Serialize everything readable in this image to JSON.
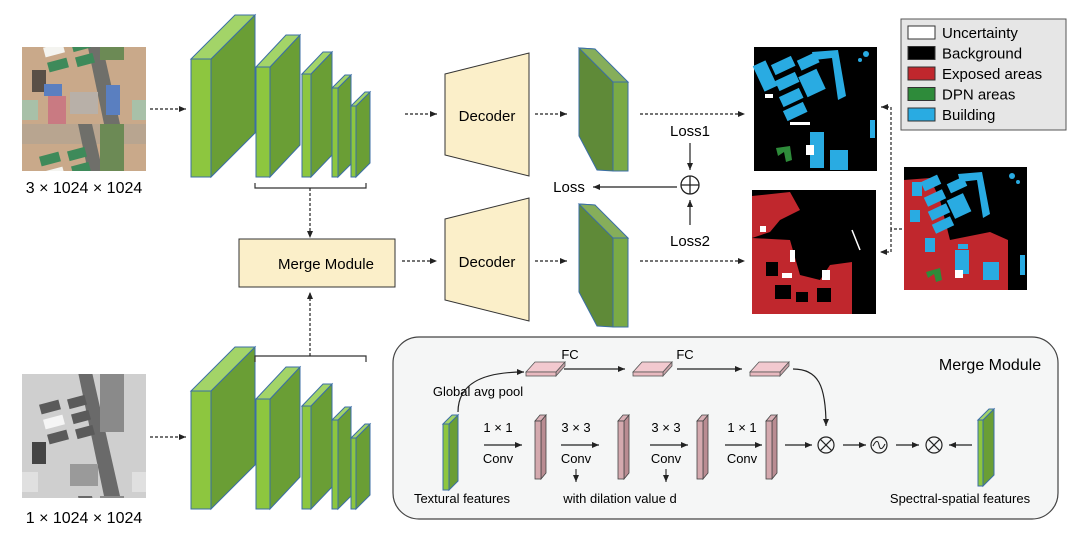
{
  "inputs": {
    "rgb_label": "3 × 1024 × 1024",
    "gray_label": "1 × 1024 × 1024"
  },
  "blocks": {
    "decoder_top": "Decoder",
    "decoder_bottom": "Decoder",
    "merge_module": "Merge Module"
  },
  "losses": {
    "loss1": "Loss1",
    "loss2": "Loss2",
    "total": "Loss",
    "sum_symbol": "⊕"
  },
  "legend": {
    "items": [
      {
        "label": "Uncertainty",
        "color": "#ffffff"
      },
      {
        "label": "Background",
        "color": "#000000"
      },
      {
        "label": "Exposed areas",
        "color": "#c0272d"
      },
      {
        "label": "DPN areas",
        "color": "#2e8b3a"
      },
      {
        "label": "Building",
        "color": "#29abe2"
      }
    ]
  },
  "merge_detail": {
    "title": "Merge Module",
    "global_pool": "Global avg pool",
    "fc1": "FC",
    "fc2": "FC",
    "conv1_top": "1 × 1",
    "conv1_bottom": "Conv",
    "conv2_top": "3 × 3",
    "conv2_bottom": "Conv",
    "conv3_top": "3 × 3",
    "conv3_bottom": "Conv",
    "conv4_top": "1 × 1",
    "conv4_bottom": "Conv",
    "dilation_note": "with dilation value d",
    "textural": "Textural features",
    "spectral": "Spectral-spatial features",
    "multiply_symbol": "⊗",
    "sigmoid_symbol": "~"
  },
  "colors": {
    "green_front": "#8dc63f",
    "green_side": "#6a9e35",
    "green_top": "#a3d468",
    "green_edge": "#3b6ea5",
    "decoder_fill": "#fbefc9",
    "pink_fill": "#f2c9cf",
    "pink_side": "#c9a4a9",
    "panel_bg": "#f5f6f6"
  }
}
